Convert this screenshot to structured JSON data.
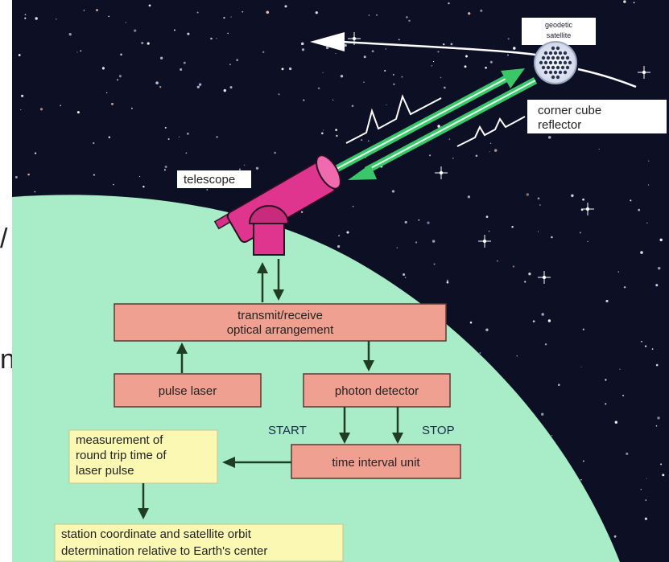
{
  "labels": {
    "geodetic_satellite_line1": "geodetic",
    "geodetic_satellite_line2": "satellite",
    "corner_cube_line1": "corner cube",
    "corner_cube_line2": "reflector",
    "telescope": "telescope",
    "transmit_receive_line1": "transmit/receive",
    "transmit_receive_line2": "optical arrangement",
    "pulse_laser": "pulse laser",
    "photon_detector": "photon detector",
    "start": "START",
    "stop": "STOP",
    "time_interval_unit": "time interval unit",
    "measurement_line1": "measurement of",
    "measurement_line2": "round trip time of",
    "measurement_line3": "laser pulse",
    "station_line1": "station coordinate and satellite orbit",
    "station_line2": "determination relative to Earth's center"
  },
  "colors": {
    "space": "#0d0f25",
    "earth": "#a8ecc8",
    "box": "#f0a090",
    "note": "#fbf8b4",
    "beam": "#3ac76a",
    "telescope": "#e0358f"
  }
}
